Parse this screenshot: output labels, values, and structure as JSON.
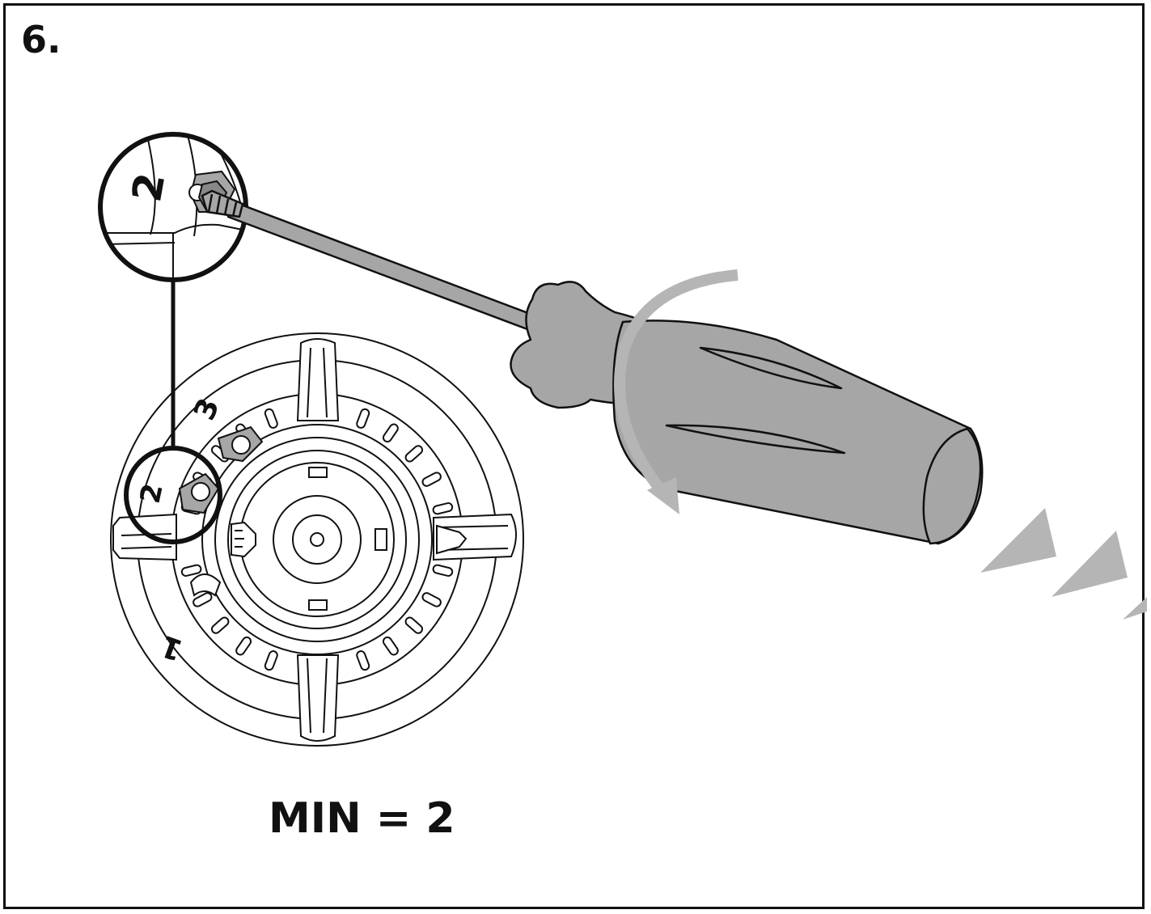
{
  "step": {
    "number": "6."
  },
  "caption": {
    "text": "MIN = 2"
  },
  "burner": {
    "position_labels": [
      "1",
      "2",
      "3"
    ]
  },
  "zoom": {
    "label": "2"
  },
  "colors": {
    "line": "#111111",
    "tool_fill": "#a6a6a6",
    "arrow_fill": "#b5b5b5",
    "background": "#ffffff"
  },
  "icons": {
    "rotation": "curved-rotation-arrow-icon",
    "direction": "direction-triangle-icon",
    "tool": "screwdriver-icon"
  }
}
